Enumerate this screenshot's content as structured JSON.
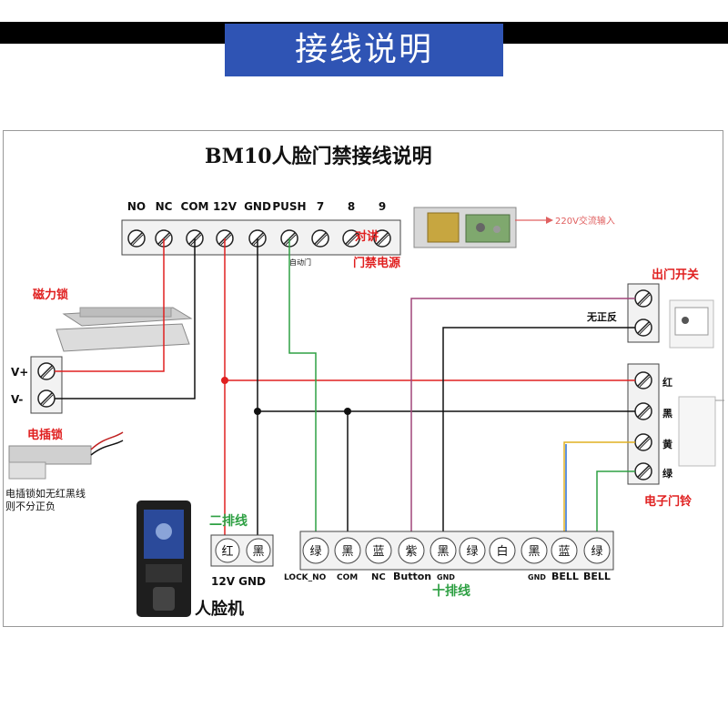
{
  "header": {
    "title": "接线说明"
  },
  "diagram": {
    "title": "BM10人脸门禁接线说明",
    "top_terminals": [
      "NO",
      "NC",
      "COM",
      "12V",
      "GND",
      "PUSH",
      "7",
      "8",
      "9"
    ],
    "auto_door_label": "自动门",
    "intercom_label": "对讲",
    "door_power_label": "门禁电源",
    "ac_input_label": "220V交流输入",
    "mag_lock_label": "磁力锁",
    "mag_lock_terms": [
      "V+",
      "V-"
    ],
    "elec_lock_label": "电插锁",
    "elec_lock_note": [
      "电插锁如无红黑线",
      "则不分正负"
    ],
    "exit_switch_label": "出门开关",
    "exit_switch_note": "无正反",
    "doorbell_label": "电子门铃",
    "doorbell_terms": [
      "红",
      "黑",
      "黄",
      "绿"
    ],
    "two_wire_label": "二排线",
    "two_wire_terms": [
      "红",
      "黑"
    ],
    "two_wire_bottom": "12V GND",
    "ten_wire_label": "十排线",
    "ten_wire_terms": [
      "绿",
      "黑",
      "蓝",
      "紫",
      "黑",
      "绿",
      "白",
      "黑",
      "蓝",
      "绿"
    ],
    "ten_wire_bottom": [
      "LOCK_NO",
      "COM",
      "NC",
      "Button",
      "GND",
      "GND",
      "BELL",
      "BELL"
    ],
    "face_machine_label": "人脸机",
    "colors": {
      "red": "#e02020",
      "black": "#111111",
      "green": "#2ea043",
      "purple": "#a0457a",
      "blue": "#2b6fd6",
      "yellow": "#e0b020"
    }
  }
}
